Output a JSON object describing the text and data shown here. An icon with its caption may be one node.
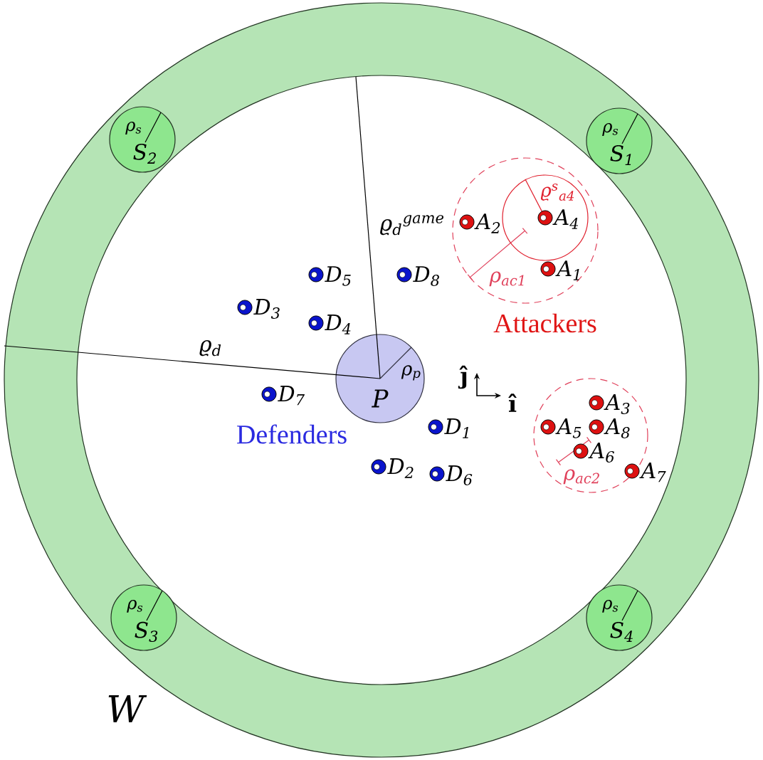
{
  "diagram": {
    "nodes": [
      {
        "text": [
          "W"
        ]
      },
      {
        "text": [
          "ρ$_{s}$",
          "S$_{2}$"
        ],
        "in": 0
      },
      {
        "text": [
          "ρ$_{s}$",
          "S$_{1}$"
        ],
        "in": 0
      },
      {
        "text": [
          "ρ$_{ac1}$"
        ],
        "in": 0
      },
      {
        "text": [],
        "shape": "circle",
        "beside": [
          "A$_{2}$"
        ],
        "in": 3
      },
      {
        "text": [
          "ϱ$^{s}$$_{a4}$"
        ],
        "in": 3
      },
      {
        "text": [],
        "shape": "circle",
        "beside": [
          "A$_{4}$"
        ],
        "in": 5
      },
      {
        "text": [],
        "shape": "circle",
        "beside": [
          "A$_{1}$"
        ],
        "in": 3
      },
      {
        "text": [],
        "shape": "circle",
        "beside": [
          "D$_{5}$"
        ],
        "in": 0
      },
      {
        "text": [],
        "shape": "circle",
        "beside": [
          "D$_{8}$"
        ],
        "in": 0
      },
      {
        "text": [],
        "shape": "circle",
        "beside": [
          "D$_{3}$"
        ],
        "in": 0
      },
      {
        "text": [],
        "shape": "circle",
        "beside": [
          "D$_{4}$"
        ],
        "in": 0
      },
      {
        "text": [
          "P",
          "ρ$_{p}$"
        ],
        "in": 0
      },
      {
        "text": [],
        "shape": "circle",
        "beside": [
          "D$_{7}$"
        ],
        "in": 0
      },
      {
        "text": [
          "ρ$_{ac2}$"
        ],
        "in": 0
      },
      {
        "text": [],
        "shape": "circle",
        "beside": [
          "A$_{3}$"
        ],
        "in": 14
      },
      {
        "text": [],
        "shape": "circle",
        "beside": [
          "A$_{5}$"
        ],
        "in": 14
      },
      {
        "text": [],
        "shape": "circle",
        "beside": [
          "A$_{8}$"
        ],
        "in": 14
      },
      {
        "text": [],
        "shape": "circle",
        "beside": [
          "A$_{6}$"
        ],
        "in": 14
      },
      {
        "text": [],
        "shape": "circle",
        "beside": [
          "A$_{7}$"
        ],
        "in": 14
      },
      {
        "text": [],
        "shape": "circle",
        "beside": [
          "D$_{1}$"
        ],
        "in": 0
      },
      {
        "text": [],
        "shape": "circle",
        "beside": [
          "D$_{2}$"
        ],
        "in": 0
      },
      {
        "text": [],
        "shape": "circle",
        "beside": [
          "D$_{6}$"
        ],
        "in": 0
      },
      {
        "text": [
          "ρ$_{s}$",
          "S$_{3}$"
        ],
        "in": 0
      },
      {
        "text": [
          "ρ$_{s}$",
          "S$_{4}$"
        ],
        "in": 0
      }
    ],
    "labels": [
      "ϱ$_{d}$$^{game}$",
      "Attackers",
      "ϱ$_{d}$",
      "ĵ",
      "î",
      "Defenders"
    ]
  }
}
